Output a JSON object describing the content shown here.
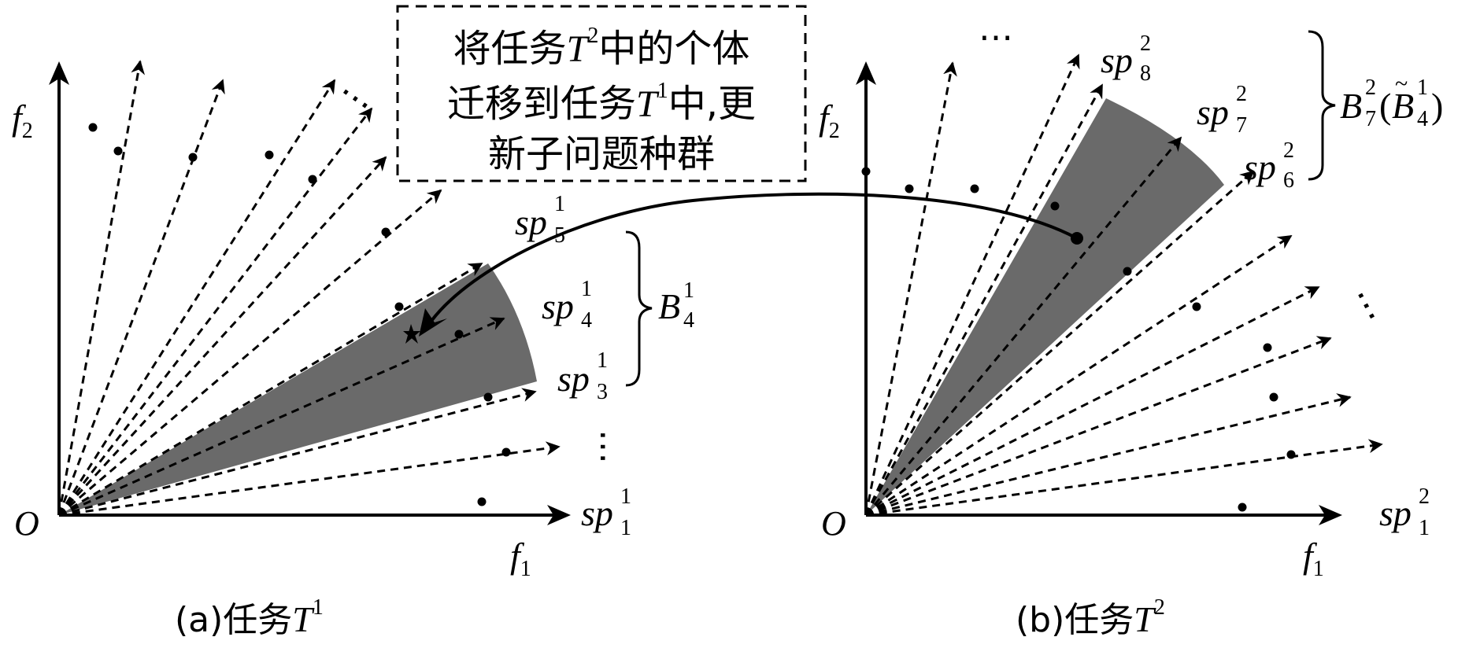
{
  "note_box": {
    "line1_prefix": "将任务",
    "line1_T": "T",
    "line1_sup": "2",
    "line1_suffix": "中的个体",
    "line2_prefix": "迁移到任务",
    "line2_T": "T",
    "line2_sup": "1",
    "line2_suffix": "中,更",
    "line3": "新子问题种群"
  },
  "panel_a": {
    "caption_prefix": "(a)任务",
    "caption_T": "T",
    "caption_sup": "1",
    "origin": "O",
    "x_axis": "f",
    "x_axis_sub": "1",
    "y_axis": "f",
    "y_axis_sub": "2",
    "ellipsis": "⋯",
    "labels": [
      {
        "base": "sp",
        "sup": "1",
        "sub": "1"
      },
      {
        "base": "sp",
        "sup": "1",
        "sub": "3"
      },
      {
        "base": "sp",
        "sup": "1",
        "sub": "4"
      },
      {
        "base": "sp",
        "sup": "1",
        "sub": "5"
      }
    ],
    "bracket": {
      "base": "B",
      "sup": "1",
      "sub": "4"
    }
  },
  "panel_b": {
    "caption_prefix": "(b)任务",
    "caption_T": "T",
    "caption_sup": "2",
    "origin": "O",
    "x_axis": "f",
    "x_axis_sub": "1",
    "y_axis": "f",
    "y_axis_sub": "2",
    "ellipsis": "⋯",
    "labels": [
      {
        "base": "sp",
        "sup": "2",
        "sub": "1"
      },
      {
        "base": "sp",
        "sup": "2",
        "sub": "6"
      },
      {
        "base": "sp",
        "sup": "2",
        "sub": "7"
      },
      {
        "base": "sp",
        "sup": "2",
        "sub": "8"
      }
    ],
    "bracket": {
      "base": "B",
      "sup": "2",
      "sub": "7",
      "paren_open": "(",
      "paren_base": "B",
      "paren_tilde": "~",
      "paren_sup": "1",
      "paren_sub": "4",
      "paren_close": ")"
    }
  },
  "colors": {
    "sector": "#6a6a6a",
    "ink": "#000000",
    "background": "#ffffff"
  }
}
